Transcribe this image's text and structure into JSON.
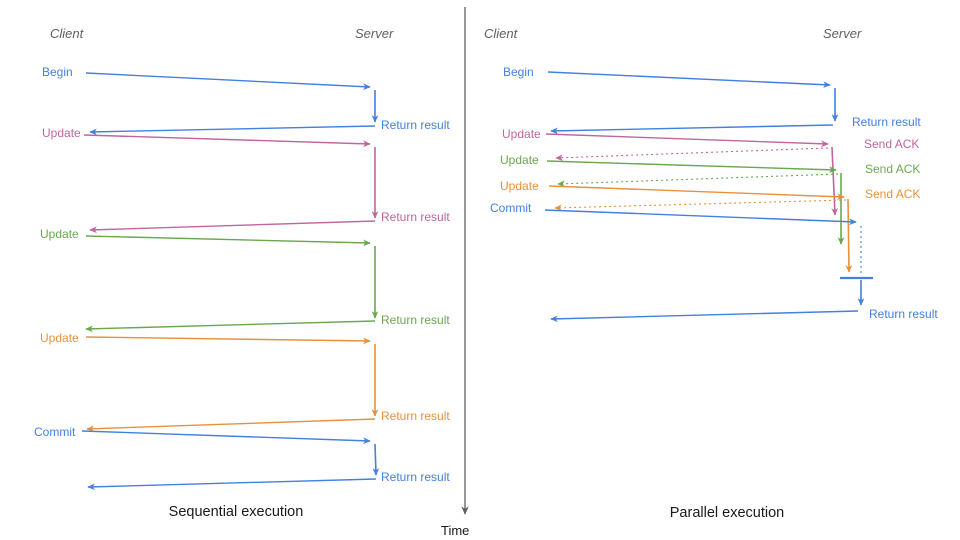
{
  "colors": {
    "blue": "#4380e0",
    "pink": "#c2659e",
    "green": "#6aa84f",
    "orange": "#e8913d",
    "axis": "#616161",
    "header": "#5f5f5f"
  },
  "time_axis": {
    "label": "Time"
  },
  "sequential": {
    "title": "Sequential execution",
    "client": "Client",
    "server": "Server",
    "messages": [
      {
        "label": "Begin",
        "color": "blue",
        "return_label": "Return result"
      },
      {
        "label": "Update",
        "color": "pink",
        "return_label": "Return result"
      },
      {
        "label": "Update",
        "color": "green",
        "return_label": "Return result"
      },
      {
        "label": "Update",
        "color": "orange",
        "return_label": "Return result"
      },
      {
        "label": "Commit",
        "color": "blue",
        "return_label": "Return result"
      }
    ]
  },
  "parallel": {
    "title": "Parallel execution",
    "client": "Client",
    "server": "Server",
    "messages": [
      {
        "label": "Begin",
        "color": "blue",
        "response": "Return result"
      },
      {
        "label": "Update",
        "color": "pink",
        "response": "Send ACK"
      },
      {
        "label": "Update",
        "color": "green",
        "response": "Send ACK"
      },
      {
        "label": "Update",
        "color": "orange",
        "response": "Send ACK"
      },
      {
        "label": "Commit",
        "color": "blue",
        "response": "Return result"
      }
    ]
  }
}
